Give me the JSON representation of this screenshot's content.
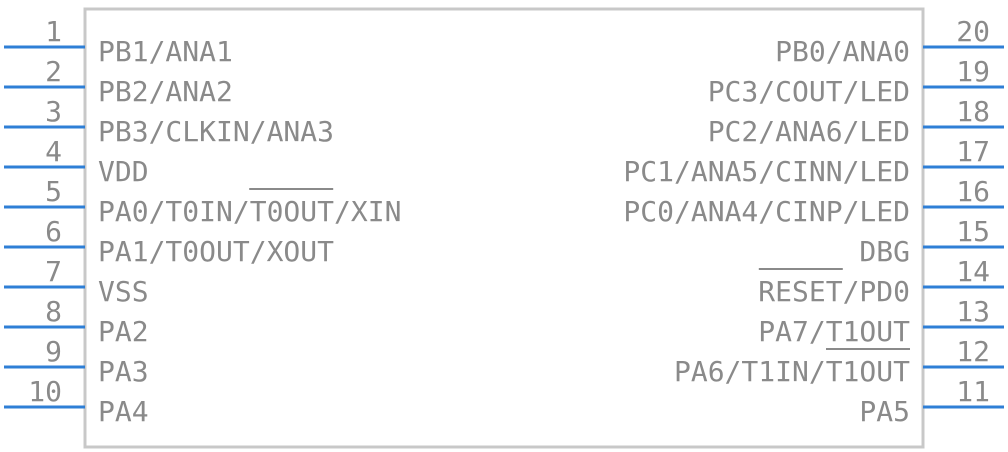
{
  "component": {
    "body_stroke_color": "#c8c8c8",
    "pin_color": "#2f7fd6",
    "text_color": "#8a8a8a",
    "left_pins": [
      {
        "number": "1",
        "label": "PB1/ANA1"
      },
      {
        "number": "2",
        "label": "PB2/ANA2"
      },
      {
        "number": "3",
        "label": "PB3/CLKIN/ANA3"
      },
      {
        "number": "4",
        "label": "VDD"
      },
      {
        "number": "5",
        "label": "PA0/T0IN/T0OUT/XIN"
      },
      {
        "number": "6",
        "label": "PA1/T0OUT/XOUT"
      },
      {
        "number": "7",
        "label": "VSS"
      },
      {
        "number": "8",
        "label": "PA2"
      },
      {
        "number": "9",
        "label": "PA3"
      },
      {
        "number": "10",
        "label": "PA4"
      }
    ],
    "right_pins": [
      {
        "number": "20",
        "label": "PB0/ANA0"
      },
      {
        "number": "19",
        "label": "PC3/COUT/LED"
      },
      {
        "number": "18",
        "label": "PC2/ANA6/LED"
      },
      {
        "number": "17",
        "label": "PC1/ANA5/CINN/LED"
      },
      {
        "number": "16",
        "label": "PC0/ANA4/CINP/LED"
      },
      {
        "number": "15",
        "label": "DBG"
      },
      {
        "number": "14",
        "label": "RESET/PD0"
      },
      {
        "number": "13",
        "label": "PA7/T1OUT"
      },
      {
        "number": "12",
        "label": "PA6/T1IN/T1OUT"
      },
      {
        "number": "11",
        "label": "PA5"
      }
    ]
  }
}
